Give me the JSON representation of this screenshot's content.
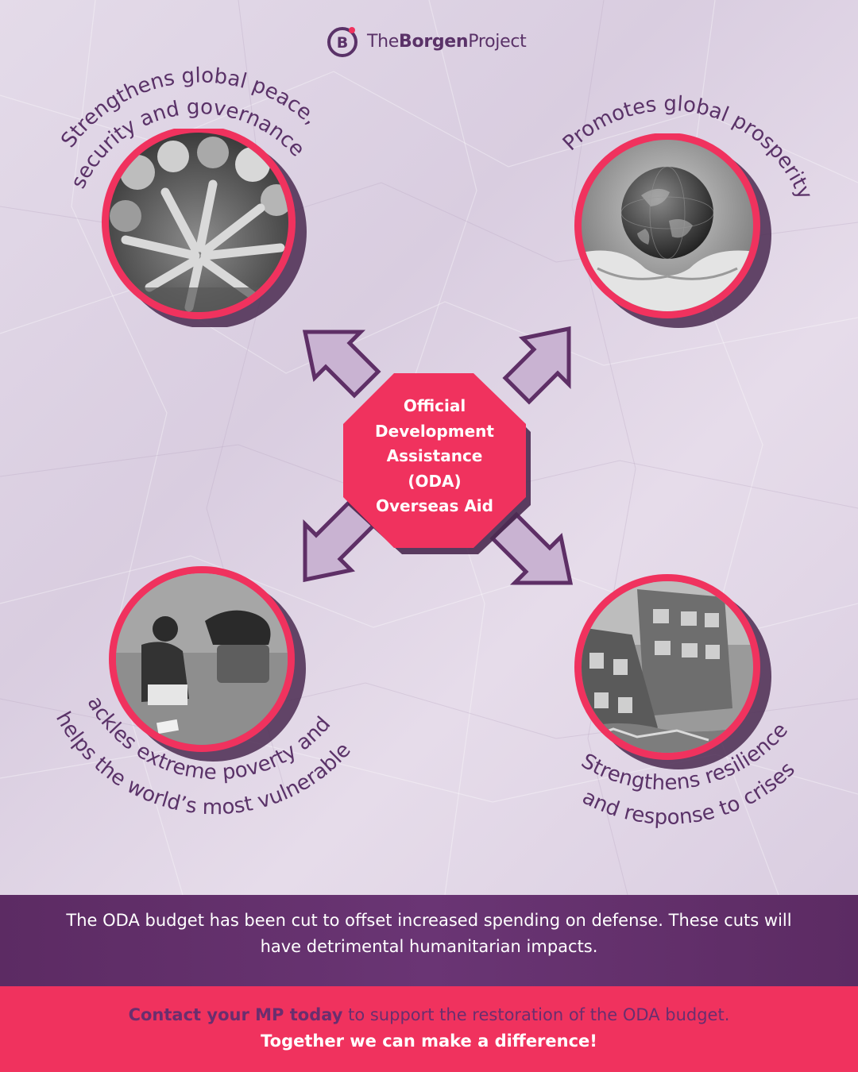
{
  "brand": {
    "logo_letter": "B",
    "name_prefix": "The",
    "name_bold": "Borgen",
    "name_suffix": "Project",
    "color": "#5a3268"
  },
  "hub": {
    "lines": [
      "Official",
      "Development",
      "Assistance",
      "(ODA)",
      "Overseas Aid"
    ],
    "color": "#f0325e"
  },
  "outcomes": {
    "top_left": {
      "line1": "Strengthens global peace,",
      "line2": "security and governance",
      "photo": "hands-together-photo"
    },
    "top_right": {
      "line1": "Promotes global prosperity",
      "photo": "globe-in-hands-photo"
    },
    "bottom_left": {
      "line1": "Tackles extreme poverty and",
      "line2": "helps the world’s most vulnerable",
      "photo": "child-poverty-photo"
    },
    "bottom_right": {
      "line1": "Strengthens resilience",
      "line2": "and response to crises",
      "photo": "collapsed-buildings-photo"
    }
  },
  "notice": {
    "text": "The ODA budget has been cut to offset increased spending on defense. These cuts will have detrimental humanitarian impacts."
  },
  "cta": {
    "strong": "Contact your MP today",
    "rest": " to support the restoration of the ODA budget.",
    "line2": "Together we can make a difference!"
  },
  "colors": {
    "accent_pink": "#f0325e",
    "deep_purple": "#5c2b63",
    "arrow_fill": "#c9b3d2",
    "arrow_stroke": "#5e2f66"
  }
}
